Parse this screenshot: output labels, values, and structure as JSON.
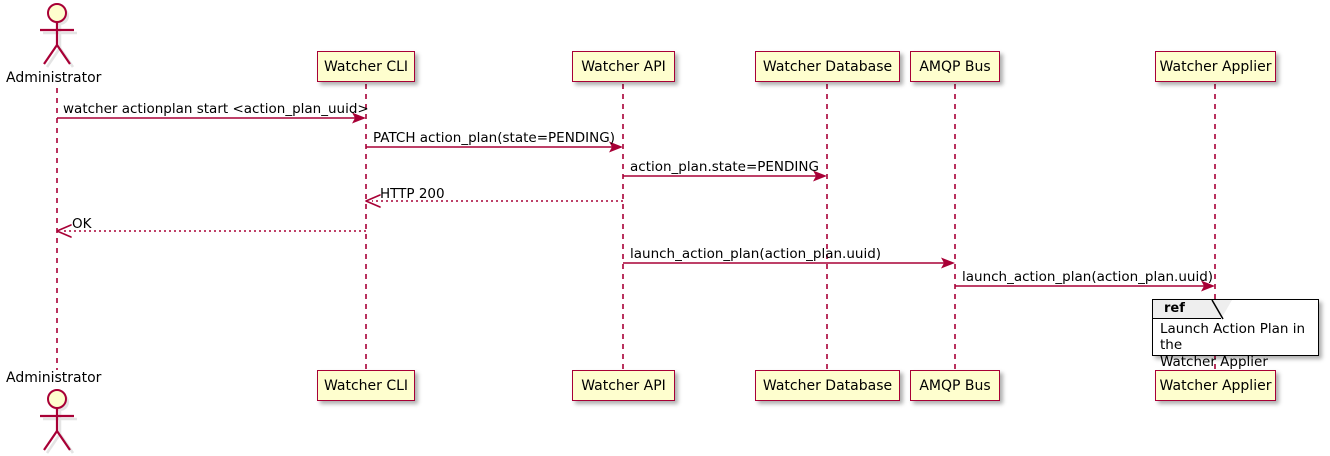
{
  "diagram": {
    "type": "sequence-diagram",
    "colors": {
      "participant_fill": "#FEFECE",
      "participant_border": "#A80036",
      "arrow": "#A80036",
      "ref_border": "#000000",
      "ref_tab_fill": "#EEEEEE",
      "background": "#FFFFFF",
      "text": "#000000"
    },
    "actors": [
      {
        "name": "Administrator",
        "kind": "actor",
        "label": "Administrator"
      }
    ],
    "participants": [
      {
        "name": "watcher-cli",
        "kind": "participant",
        "label": "Watcher CLI"
      },
      {
        "name": "watcher-api",
        "kind": "participant",
        "label": "Watcher API"
      },
      {
        "name": "watcher-database",
        "kind": "participant",
        "label": "Watcher Database"
      },
      {
        "name": "amqp-bus",
        "kind": "participant",
        "label": "AMQP Bus"
      },
      {
        "name": "watcher-applier",
        "kind": "participant",
        "label": "Watcher Applier"
      }
    ],
    "messages": [
      {
        "index": 1,
        "label": "watcher actionplan start <action_plan_uuid>",
        "from": "Administrator",
        "to": "Watcher CLI",
        "style": "solid",
        "direction": "right"
      },
      {
        "index": 2,
        "label": "PATCH action_plan(state=PENDING)",
        "from": "Watcher CLI",
        "to": "Watcher API",
        "style": "solid",
        "direction": "right"
      },
      {
        "index": 3,
        "label": "action_plan.state=PENDING",
        "from": "Watcher API",
        "to": "Watcher Database",
        "style": "solid",
        "direction": "right"
      },
      {
        "index": 4,
        "label": "HTTP 200",
        "from": "Watcher API",
        "to": "Watcher CLI",
        "style": "dotted",
        "direction": "left"
      },
      {
        "index": 5,
        "label": "OK",
        "from": "Watcher CLI",
        "to": "Administrator",
        "style": "dotted",
        "direction": "left"
      },
      {
        "index": 6,
        "label": "launch_action_plan(action_plan.uuid)",
        "from": "Watcher API",
        "to": "AMQP Bus",
        "style": "solid",
        "direction": "right"
      },
      {
        "index": 7,
        "label": "launch_action_plan(action_plan.uuid)",
        "from": "AMQP Bus",
        "to": "Watcher Applier",
        "style": "solid",
        "direction": "right"
      }
    ],
    "ref_fragment": {
      "keyword": "ref",
      "line1": "Launch Action Plan in the",
      "line2": "Watcher Applier",
      "over": "Watcher Applier"
    }
  }
}
